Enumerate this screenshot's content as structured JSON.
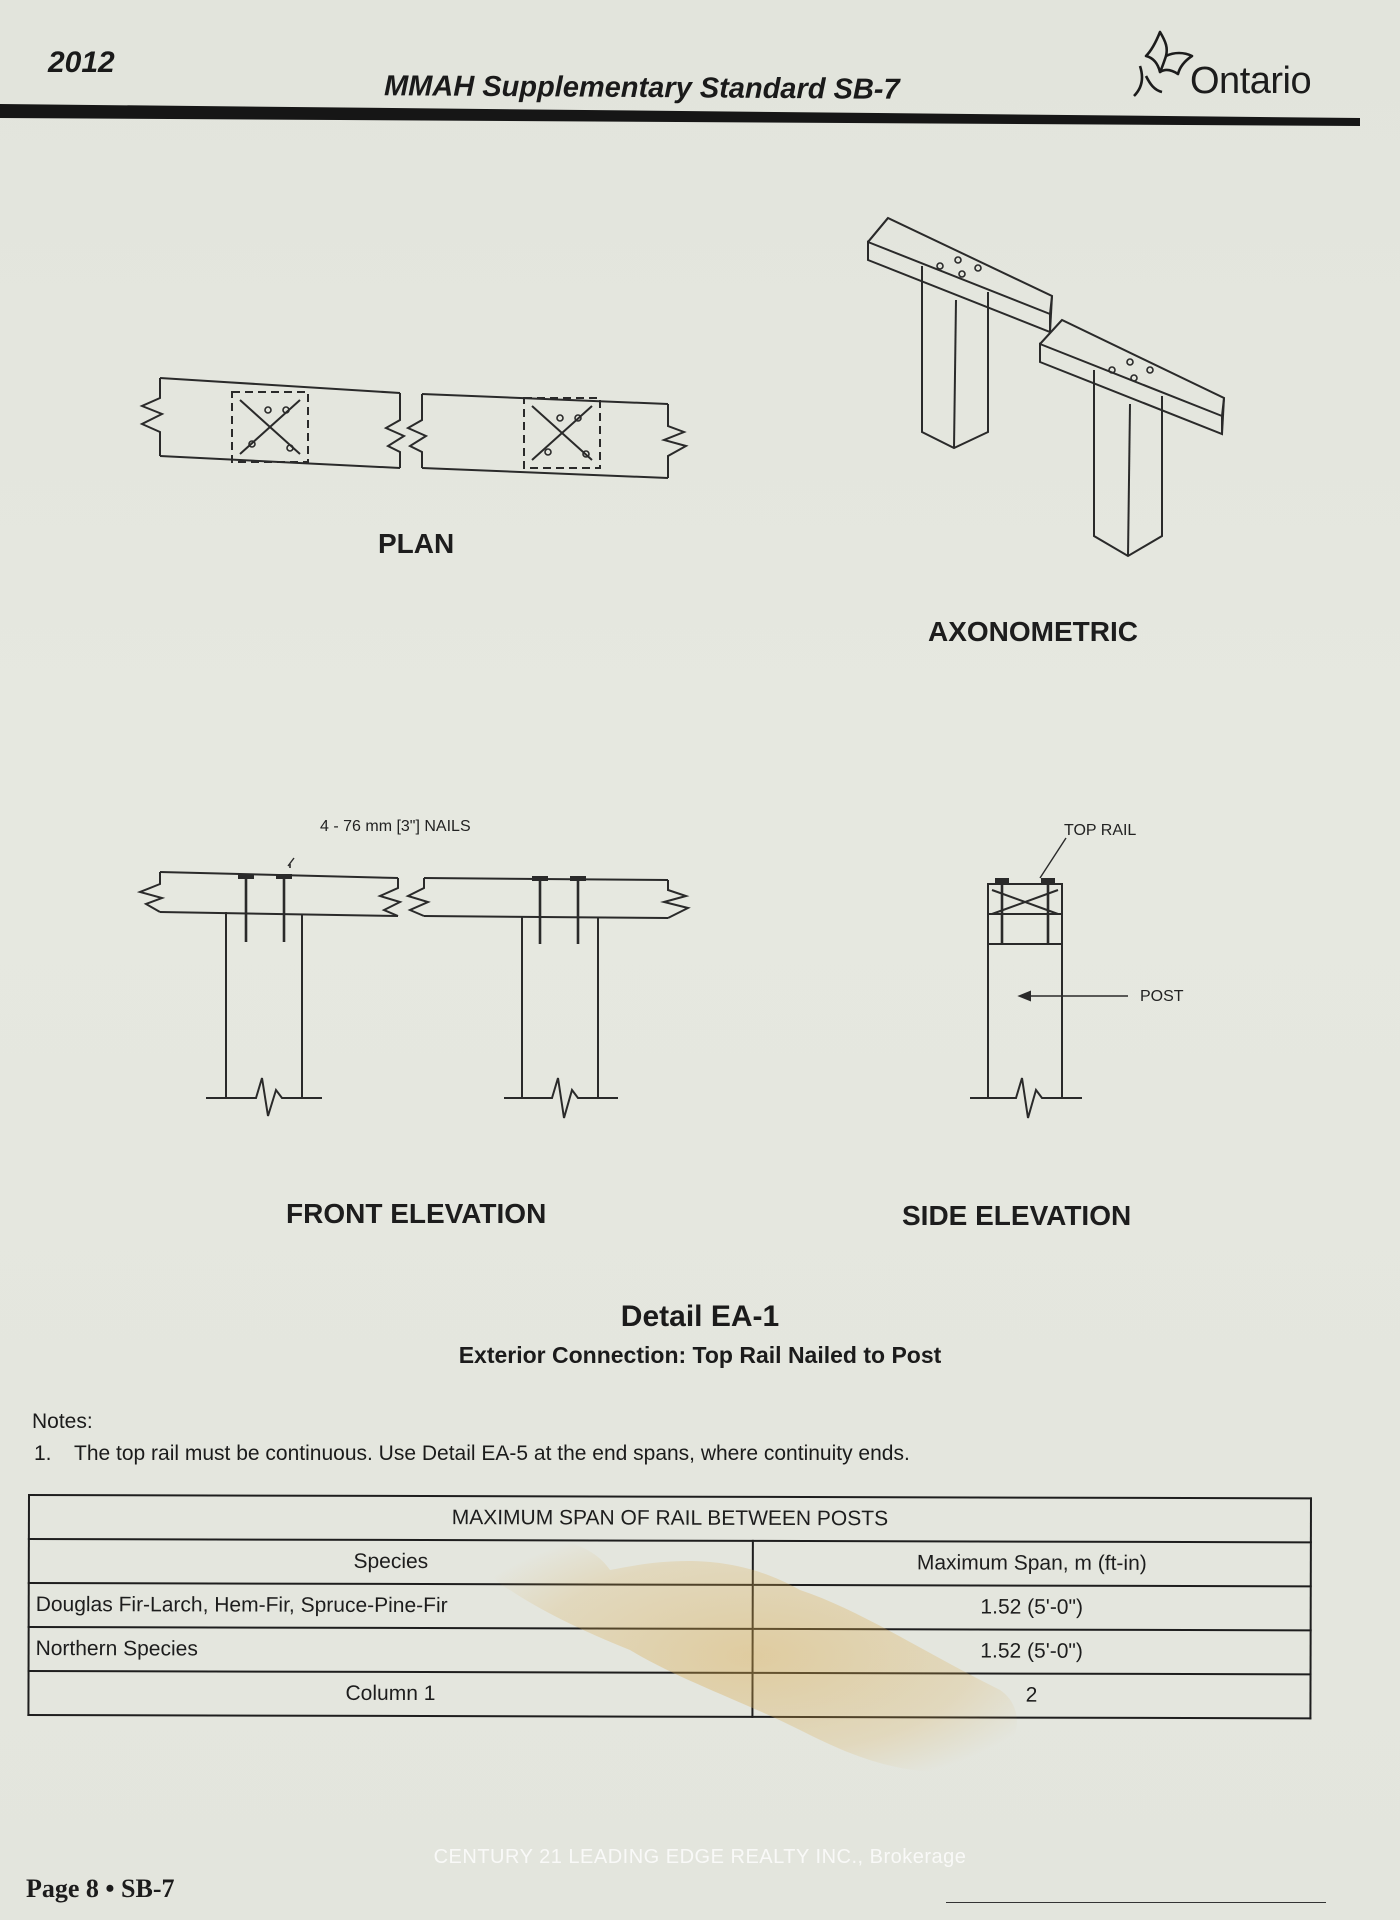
{
  "header": {
    "year": "2012",
    "title": "MMAH Supplementary Standard SB-7",
    "logo_text": "Ontario",
    "logo_icon": "trillium-icon"
  },
  "drawings": {
    "plan_label": "PLAN",
    "axonometric_label": "AXONOMETRIC",
    "front_elevation_label": "FRONT ELEVATION",
    "side_elevation_label": "SIDE ELEVATION",
    "nails_callout": "4 - 76 mm [3\"] NAILS",
    "top_rail_callout": "TOP RAIL",
    "post_callout": "POST"
  },
  "detail": {
    "title": "Detail EA-1",
    "subtitle": "Exterior Connection: Top Rail Nailed to Post"
  },
  "notes": {
    "heading": "Notes:",
    "items": [
      {
        "number": "1.",
        "text": "The top rail must be continuous. Use Detail EA-5 at the end spans, where continuity ends."
      }
    ]
  },
  "table": {
    "caption": "MAXIMUM SPAN OF RAIL BETWEEN POSTS",
    "headers": [
      "Species",
      "Maximum Span, m (ft-in)"
    ],
    "rows": [
      [
        "Douglas Fir-Larch, Hem-Fir, Spruce-Pine-Fir",
        "1.52 (5'-0\")"
      ],
      [
        "Northern Species",
        "1.52 (5'-0\")"
      ],
      [
        "Column 1",
        "2"
      ]
    ]
  },
  "footer": {
    "page": "Page 8 • SB-7",
    "watermark": "CENTURY 21 LEADING EDGE REALTY INC., Brokerage"
  }
}
